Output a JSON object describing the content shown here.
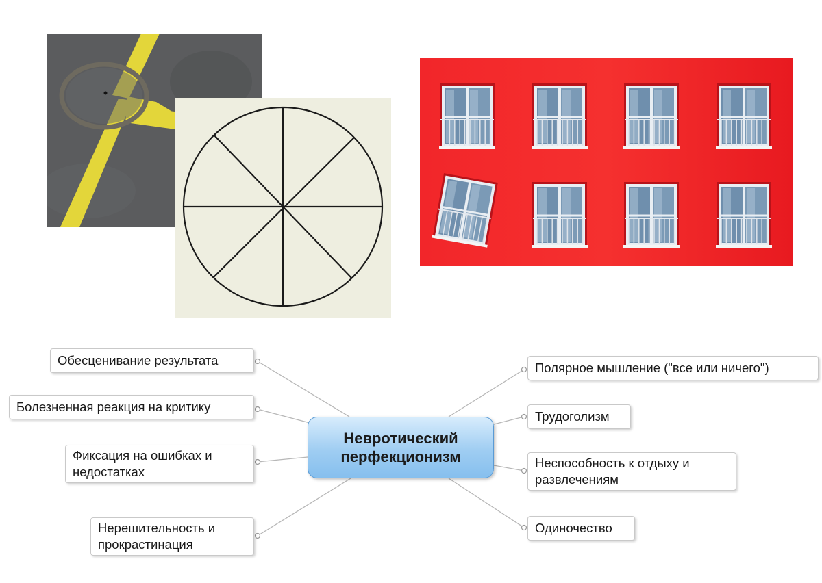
{
  "mindmap": {
    "center": "Невротический\nперфекционизм",
    "left": [
      "Обесценивание результата",
      "Болезненная реакция на критику",
      "Фиксация на ошибках и\nнедостатках",
      "Нерешительность и\nпрокрастинация"
    ],
    "right": [
      "Полярное мышление (\"все или ничего\")",
      "Трудоголизм",
      "Неспособность к отдыху и\nразвлечениям",
      "Одиночество"
    ]
  },
  "colors": {
    "facade": "#f01f24",
    "road_line": "#e6d83a",
    "center_node": "#9fcdf2"
  }
}
